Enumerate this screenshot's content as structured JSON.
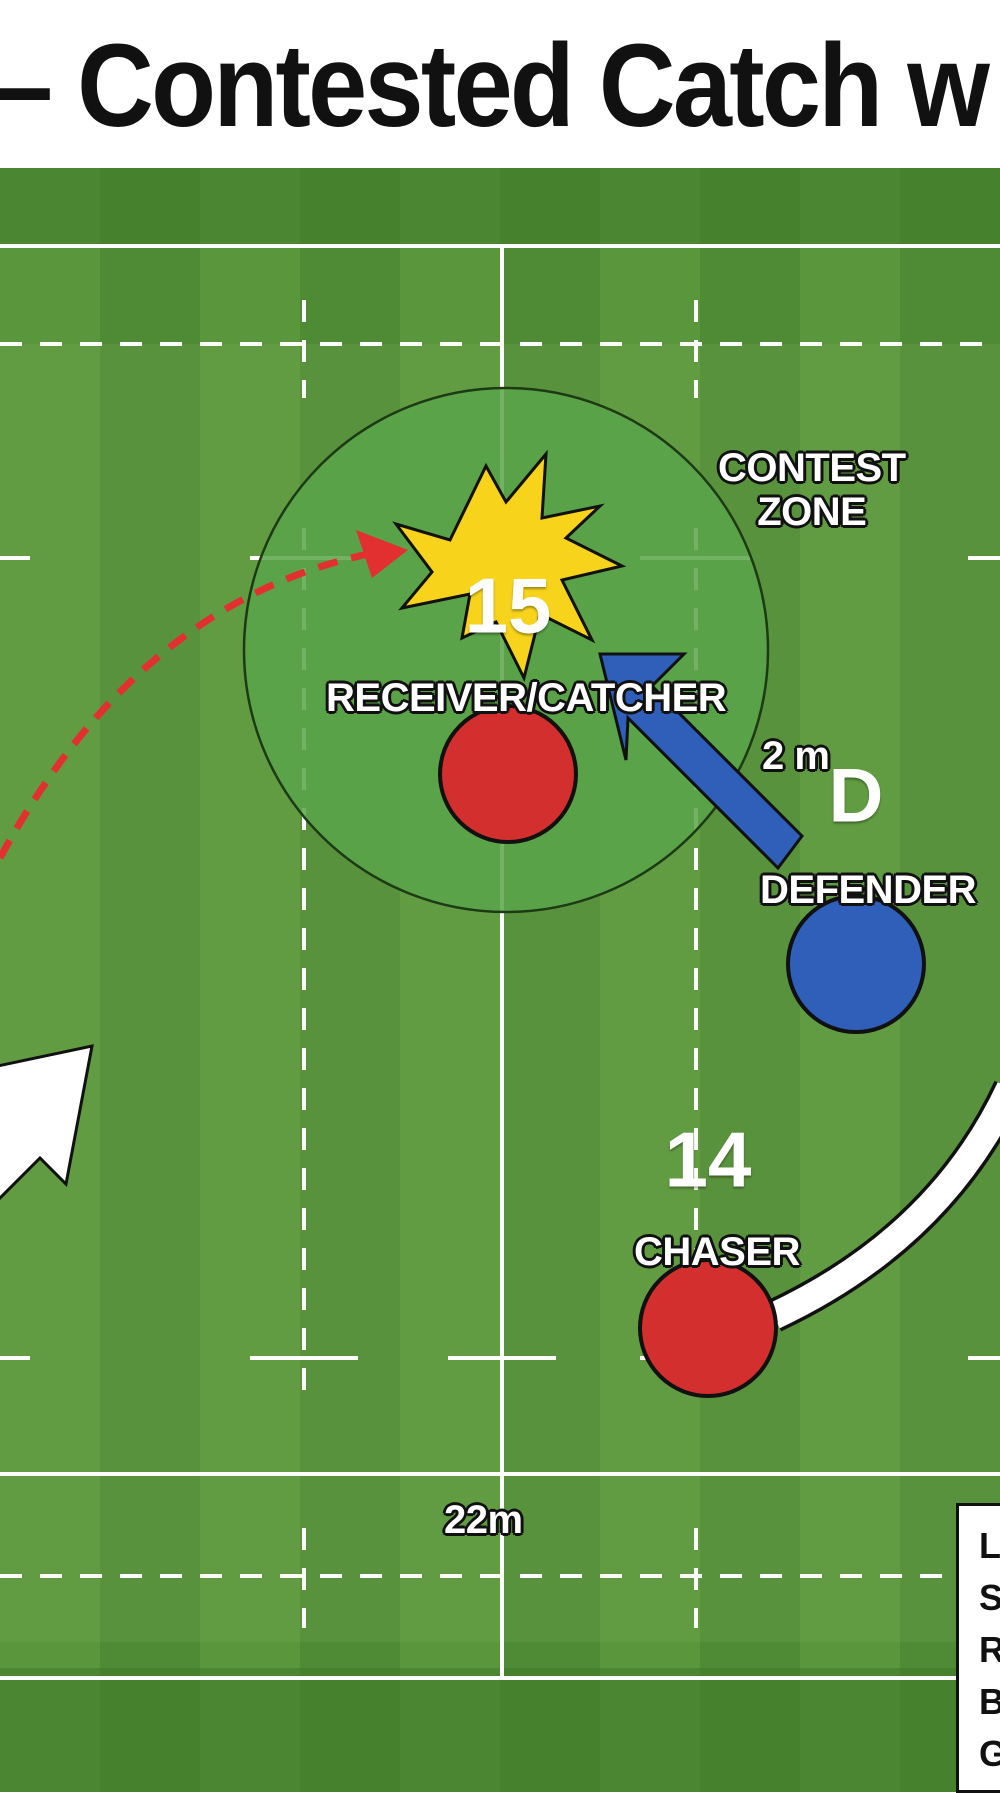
{
  "title": "– Contested Catch w",
  "labels": {
    "contest_zone_line1": "CONTEST",
    "contest_zone_line2": "ZONE",
    "receiver": "RECEIVER/CATCHER",
    "defender": "DEFENDER",
    "chaser": "CHASER",
    "distance": "2 m",
    "line_22": "22m"
  },
  "players": {
    "receiver_number": "15",
    "defender_letter": "D",
    "chaser_number": "14"
  },
  "legend": {
    "items": [
      "L",
      "S",
      "R",
      "B",
      "G"
    ]
  },
  "colors": {
    "pitch_dark": "#4f8a34",
    "pitch_light": "#5c9a3d",
    "red_player": "#d32f2f",
    "blue_player": "#2f5fb8",
    "ball_flight": "#e23030",
    "catch_star": "#f7d31c",
    "contest_zone": "#5aa44a"
  },
  "icons": [
    "catch-star-icon",
    "ball-flight-arrow-icon",
    "defender-run-arrow-icon",
    "chaser-run-arrow-icon",
    "support-arrow-icon"
  ]
}
